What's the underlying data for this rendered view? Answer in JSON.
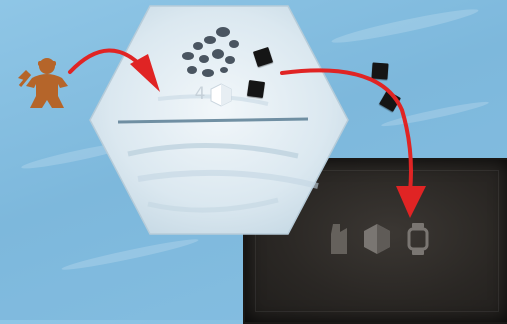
{
  "hex_tile": {
    "terrain": "snow",
    "number_label": "4",
    "token_icon": "hexagon-token-icon",
    "rock_cluster_icon": "rocks-icon"
  },
  "player": {
    "icon": "miner-meeple-icon",
    "color": "#b5652a"
  },
  "cubes": {
    "count": 4,
    "color": "#151515"
  },
  "arrows": {
    "count": 2,
    "color": "#e02424"
  },
  "board": {
    "slots": [
      "pickaxe-slot-icon",
      "hexagon-slot-icon",
      "lantern-slot-icon"
    ]
  },
  "colors": {
    "background": "#8fc6e6",
    "hex_fill": "#dfeaf1",
    "board": "#2a2724"
  }
}
